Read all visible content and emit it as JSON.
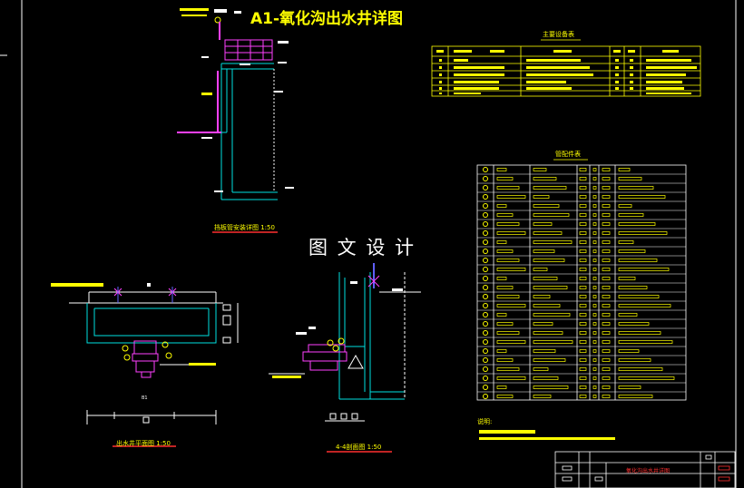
{
  "drawing": {
    "title": "A1-氧化沟出水井详图",
    "watermark": "图 文 设 计",
    "captions": {
      "detail": "挡板管安装详图 1:50",
      "plan": "出水井平面图 1:50",
      "section": "4-4剖面图 1:50",
      "equipment_table": "主要设备表",
      "fittings_table": "管配件表",
      "notes": "说明:"
    },
    "marks": {
      "plan_label": "B1"
    },
    "title_block": {
      "drawing_name": "氧化沟出水井详图"
    },
    "colors": {
      "background": "#000000",
      "frame": "#ffffff",
      "concrete": "#00e0e0",
      "pipe": "#ff40ff",
      "text": "#ffff00",
      "accent": "#ff3030"
    }
  }
}
